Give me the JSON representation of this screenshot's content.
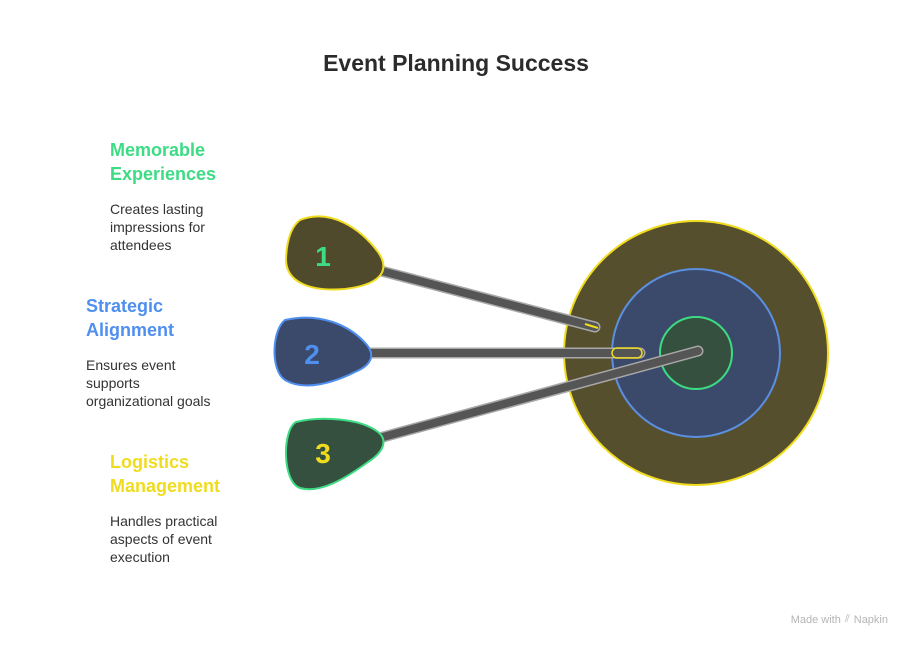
{
  "title": "Event Planning Success",
  "items": [
    {
      "number": "1",
      "heading_lines": [
        "Memorable",
        "Experiences"
      ],
      "desc_lines": [
        "Creates lasting",
        "impressions for",
        "attendees"
      ],
      "color": "#3ddc84",
      "fill": "#4f4a2c",
      "stroke": "#f0dc1e"
    },
    {
      "number": "2",
      "heading_lines": [
        "Strategic",
        "Alignment"
      ],
      "desc_lines": [
        "Ensures event",
        "supports",
        "organizational goals"
      ],
      "color": "#4f8fef",
      "fill": "#3b4a6b",
      "stroke": "#4f8fef"
    },
    {
      "number": "3",
      "heading_lines": [
        "Logistics",
        "Management"
      ],
      "desc_lines": [
        "Handles practical",
        "aspects of event",
        "execution"
      ],
      "color": "#f0dc1e",
      "fill": "#35503f",
      "stroke": "#3ddc84"
    }
  ],
  "target_colors": {
    "outer_fill": "#564f2e",
    "outer_stroke": "#f0dc1e",
    "middle_fill": "#3b4a6b",
    "middle_stroke": "#5b8fe0",
    "inner_fill": "#35503f",
    "inner_stroke": "#3ddc84",
    "shaft": "#555555",
    "shaft_edge": "#a8a8a8"
  },
  "watermark": {
    "prefix": "Made with",
    "brand": "Napkin",
    "icon": "napkin-logo-icon"
  }
}
